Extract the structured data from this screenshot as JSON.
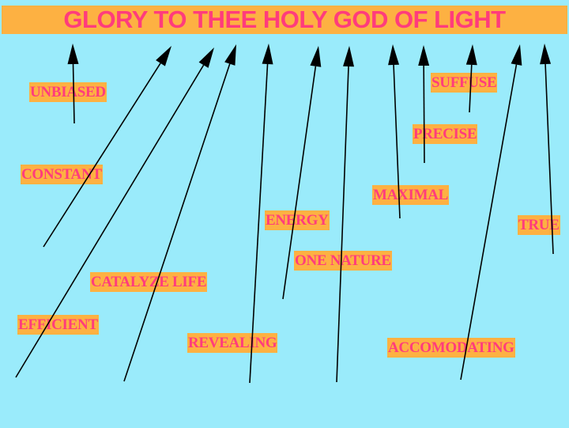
{
  "title": "GLORY TO THEE HOLY GOD OF LIGHT",
  "labels": {
    "unbiased": "UNBIASED",
    "constant": "CONSTANT",
    "catalyze_life": "CATALYZE LIFE",
    "efficient": "EFFICIENT",
    "revealing": "REVEALING",
    "energy": "ENERGY",
    "one_nature": "ONE NATURE",
    "maximal": "MAXIMAL",
    "precise": "PRECISE",
    "suffuse": "SUFFUSE",
    "true": "TRUE",
    "accomodating": "ACCOMODATING"
  },
  "colors": {
    "background": "#9aebfb",
    "box": "#fdb142",
    "text": "#ff3c7c",
    "arrow": "#000000"
  }
}
